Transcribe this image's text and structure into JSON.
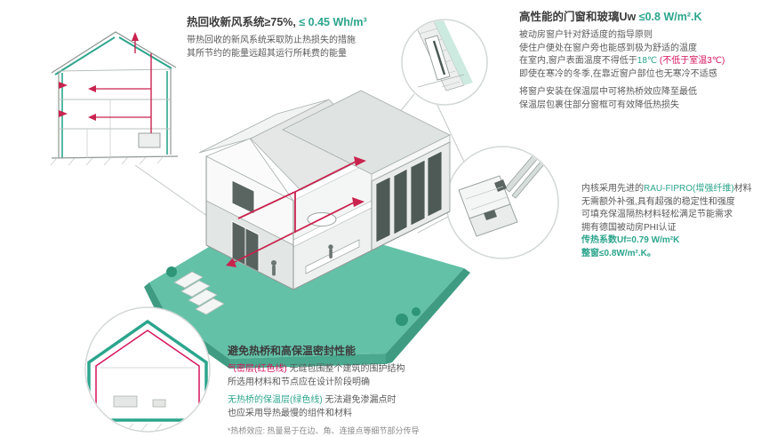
{
  "colors": {
    "teal_accent": "#2CA58D",
    "platform_teal": "#63C1A7",
    "red_accent": "#D4145A",
    "duct_red": "#C9234F",
    "dark_text": "#3C3C3C",
    "body_text": "#5A5A5A",
    "line_gray": "#A7AFAB"
  },
  "sections": {
    "heat_recovery": {
      "title_dark": "热回收新风系统≥75%,",
      "title_teal": " ≤ 0.45 Wh/m³",
      "body_1": "带热回收的新风系统采取防止热损失的措施",
      "body_2": "其所节约的能量远超其运行所耗费的能量"
    },
    "windows": {
      "title_dark": "高性能的门窗和玻璃Uw",
      "title_teal": " ≤0.8 W/m².K",
      "line_1": "被动房窗户针对舒适度的指导原则",
      "line_2": "使住户便处在窗户旁也能感到极为舒适的温度",
      "line_3_pre": "在室内,窗户表面温度不得低于",
      "line_3_teal": "18℃",
      "line_3_red": " (不低于室温3℃)",
      "line_4": "即使在寒冷的冬季,在靠近窗户部位也无寒冷不适感",
      "line_5": "将窗户安装在保温层中可将热桥效应降至最低",
      "line_6": "保温层包裹住部分窗框可有效降低热损失"
    },
    "frame_material": {
      "line_1_pre": "内核采用先进的",
      "line_1_teal": "RAU-FIPRO(增强纤维)",
      "line_1_post": "材料",
      "line_2": "无需额外补强,具有超强的稳定性和强度",
      "line_3": "可填充保温隔热材料轻松满足节能需求",
      "line_4": "拥有德国被动房PHI认证",
      "uf_value": "传热系数Uf=0.79 W/m²K",
      "uw_value": "整窗≤0.8W/m².K。"
    },
    "thermal_bridge": {
      "title": "避免热桥和高保温密封性能",
      "airtight_label": "气密层(红色线)",
      "airtight_text": " 无缝包围整个建筑的围护结构",
      "line_2": "所选用材料和节点应在设计阶段明确",
      "insulation_label": "无热桥的保温层(绿色线)",
      "insulation_text": " 无法避免渗漏点时",
      "line_4": "也应采用导热最慢的组件和材料",
      "footnote": "*热桥效应: 热量易于在边、角、连接点等细节部分传导"
    }
  },
  "icons": {
    "ventilation_house": "house-cross-section-with-ventilation",
    "window_corner": "window-installation-detail",
    "window_profile": "window-frame-profile-cross-section",
    "main_house": "passive-house-isometric-cutaway",
    "thermal_house": "house-cross-section-insulation-airtight-layers"
  }
}
